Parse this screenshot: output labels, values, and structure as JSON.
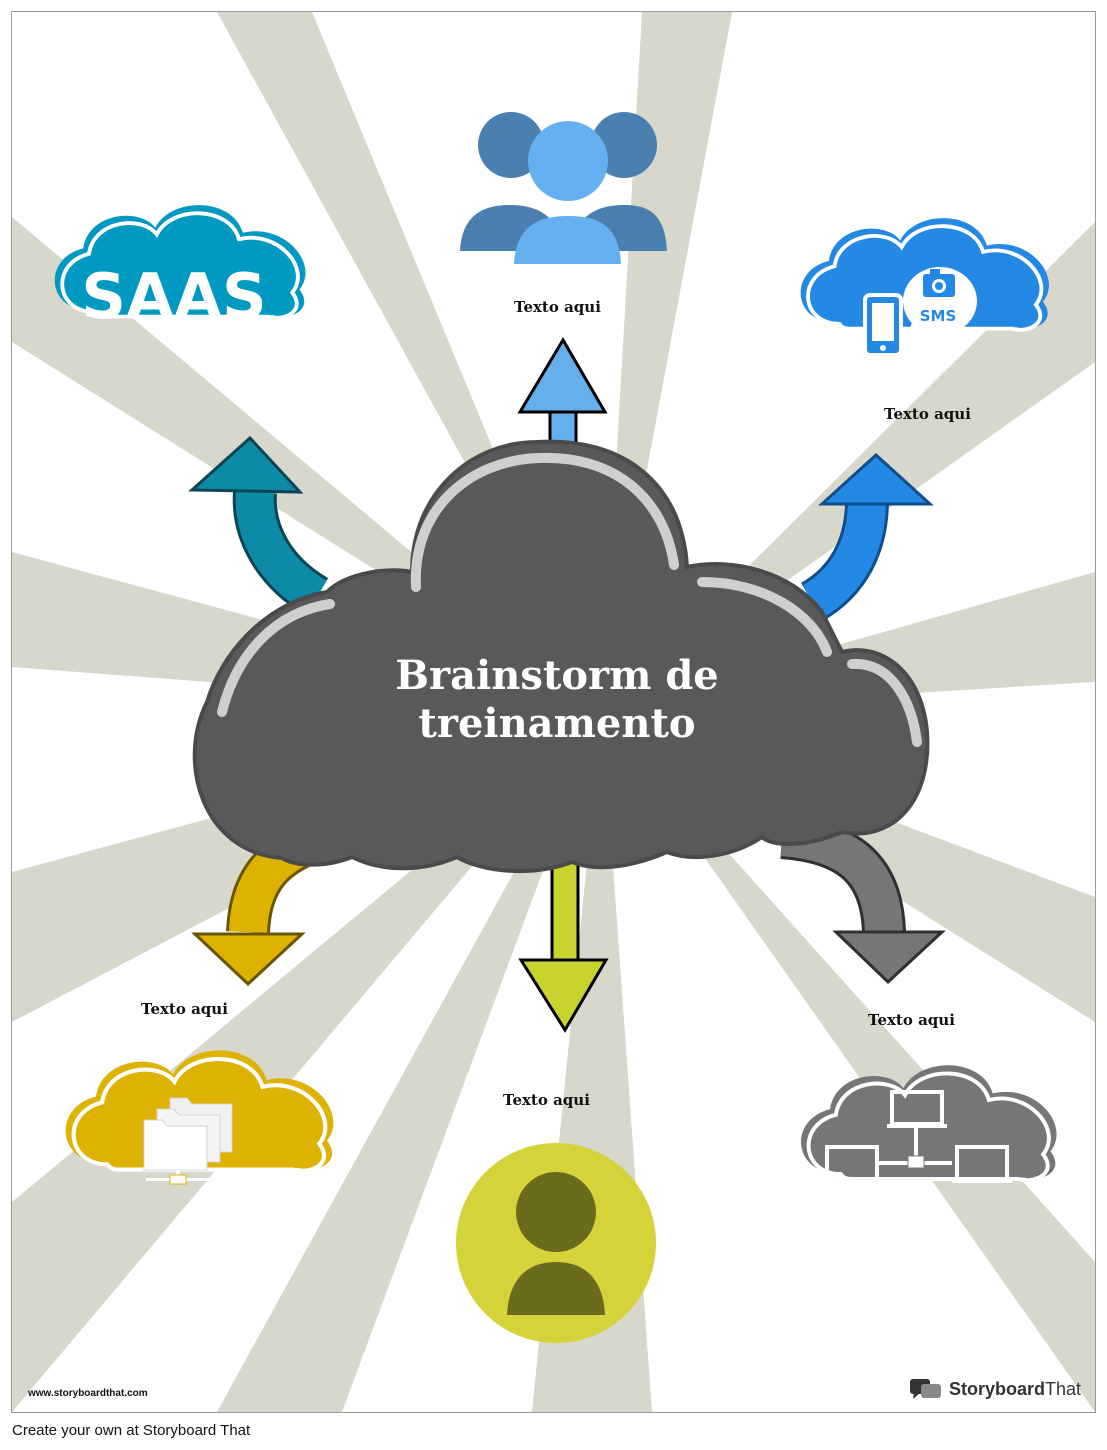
{
  "title": "Brainstorm de treinamento",
  "nodes": [
    {
      "id": "saas",
      "cloud_text": "SAAS",
      "color": "#0099c2",
      "icon": "saas-cloud-icon"
    },
    {
      "id": "top",
      "label": "Texto aqui",
      "color": "#4a7fb0",
      "icon": "users-group-icon"
    },
    {
      "id": "mobile",
      "label": "Texto aqui",
      "color": "#2489e4",
      "icon": "mobile-sms-cloud-icon",
      "sms_text": "SMS"
    },
    {
      "id": "folders",
      "label": "Texto aqui",
      "color": "#ddb200",
      "icon": "folder-share-cloud-icon"
    },
    {
      "id": "person",
      "label": "Texto aqui",
      "color": "#d4d43a",
      "icon": "person-icon"
    },
    {
      "id": "network",
      "label": "Texto aqui",
      "color": "#767676",
      "icon": "network-cloud-icon"
    }
  ],
  "colors": {
    "center_cloud": "#595959",
    "ray": "#d8d7cb",
    "background": "#ffffff"
  },
  "watermark": {
    "website": "www.storyboardthat.com",
    "brand_bold": "Storyboard",
    "brand_light": "That"
  },
  "footer": "Create your own at Storyboard That"
}
